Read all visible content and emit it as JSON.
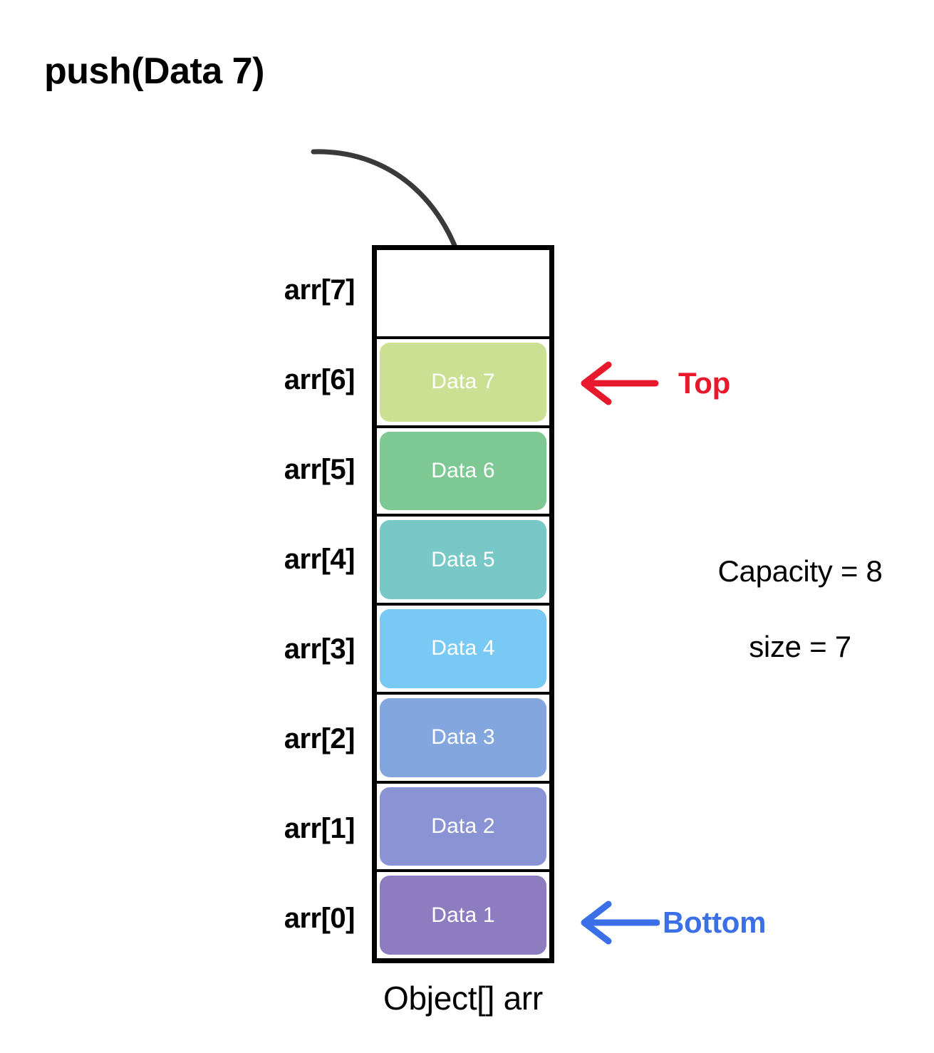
{
  "title": "push(Data 7)",
  "array": {
    "caption": "Object[] arr",
    "capacity": 8,
    "cells": [
      {
        "index_label": "arr[7]",
        "value": "",
        "color": "",
        "filled": false
      },
      {
        "index_label": "arr[6]",
        "value": "Data 7",
        "color": "#cbe093",
        "filled": true
      },
      {
        "index_label": "arr[5]",
        "value": "Data 6",
        "color": "#7ec894",
        "filled": true
      },
      {
        "index_label": "arr[4]",
        "value": "Data 5",
        "color": "#79c8c8",
        "filled": true
      },
      {
        "index_label": "arr[3]",
        "value": "Data 4",
        "color": "#78c9f4",
        "filled": true
      },
      {
        "index_label": "arr[2]",
        "value": "Data 3",
        "color": "#84a6de",
        "filled": true
      },
      {
        "index_label": "arr[1]",
        "value": "Data 2",
        "color": "#8a94d4",
        "filled": true
      },
      {
        "index_label": "arr[0]",
        "value": "Data 1",
        "color": "#8d7cc0",
        "filled": true
      }
    ]
  },
  "pointers": {
    "top": {
      "label": "Top",
      "color": "#e8192c",
      "target_index_label": "arr[6]"
    },
    "bottom": {
      "label": "Bottom",
      "color": "#3b6fe8",
      "target_index_label": "arr[0]"
    }
  },
  "stats": {
    "capacity_text": "Capacity = 8",
    "size_text": "size = 7"
  },
  "push_arrow": {
    "color": "#3a3a3a",
    "target_index_label": "arr[7]"
  }
}
